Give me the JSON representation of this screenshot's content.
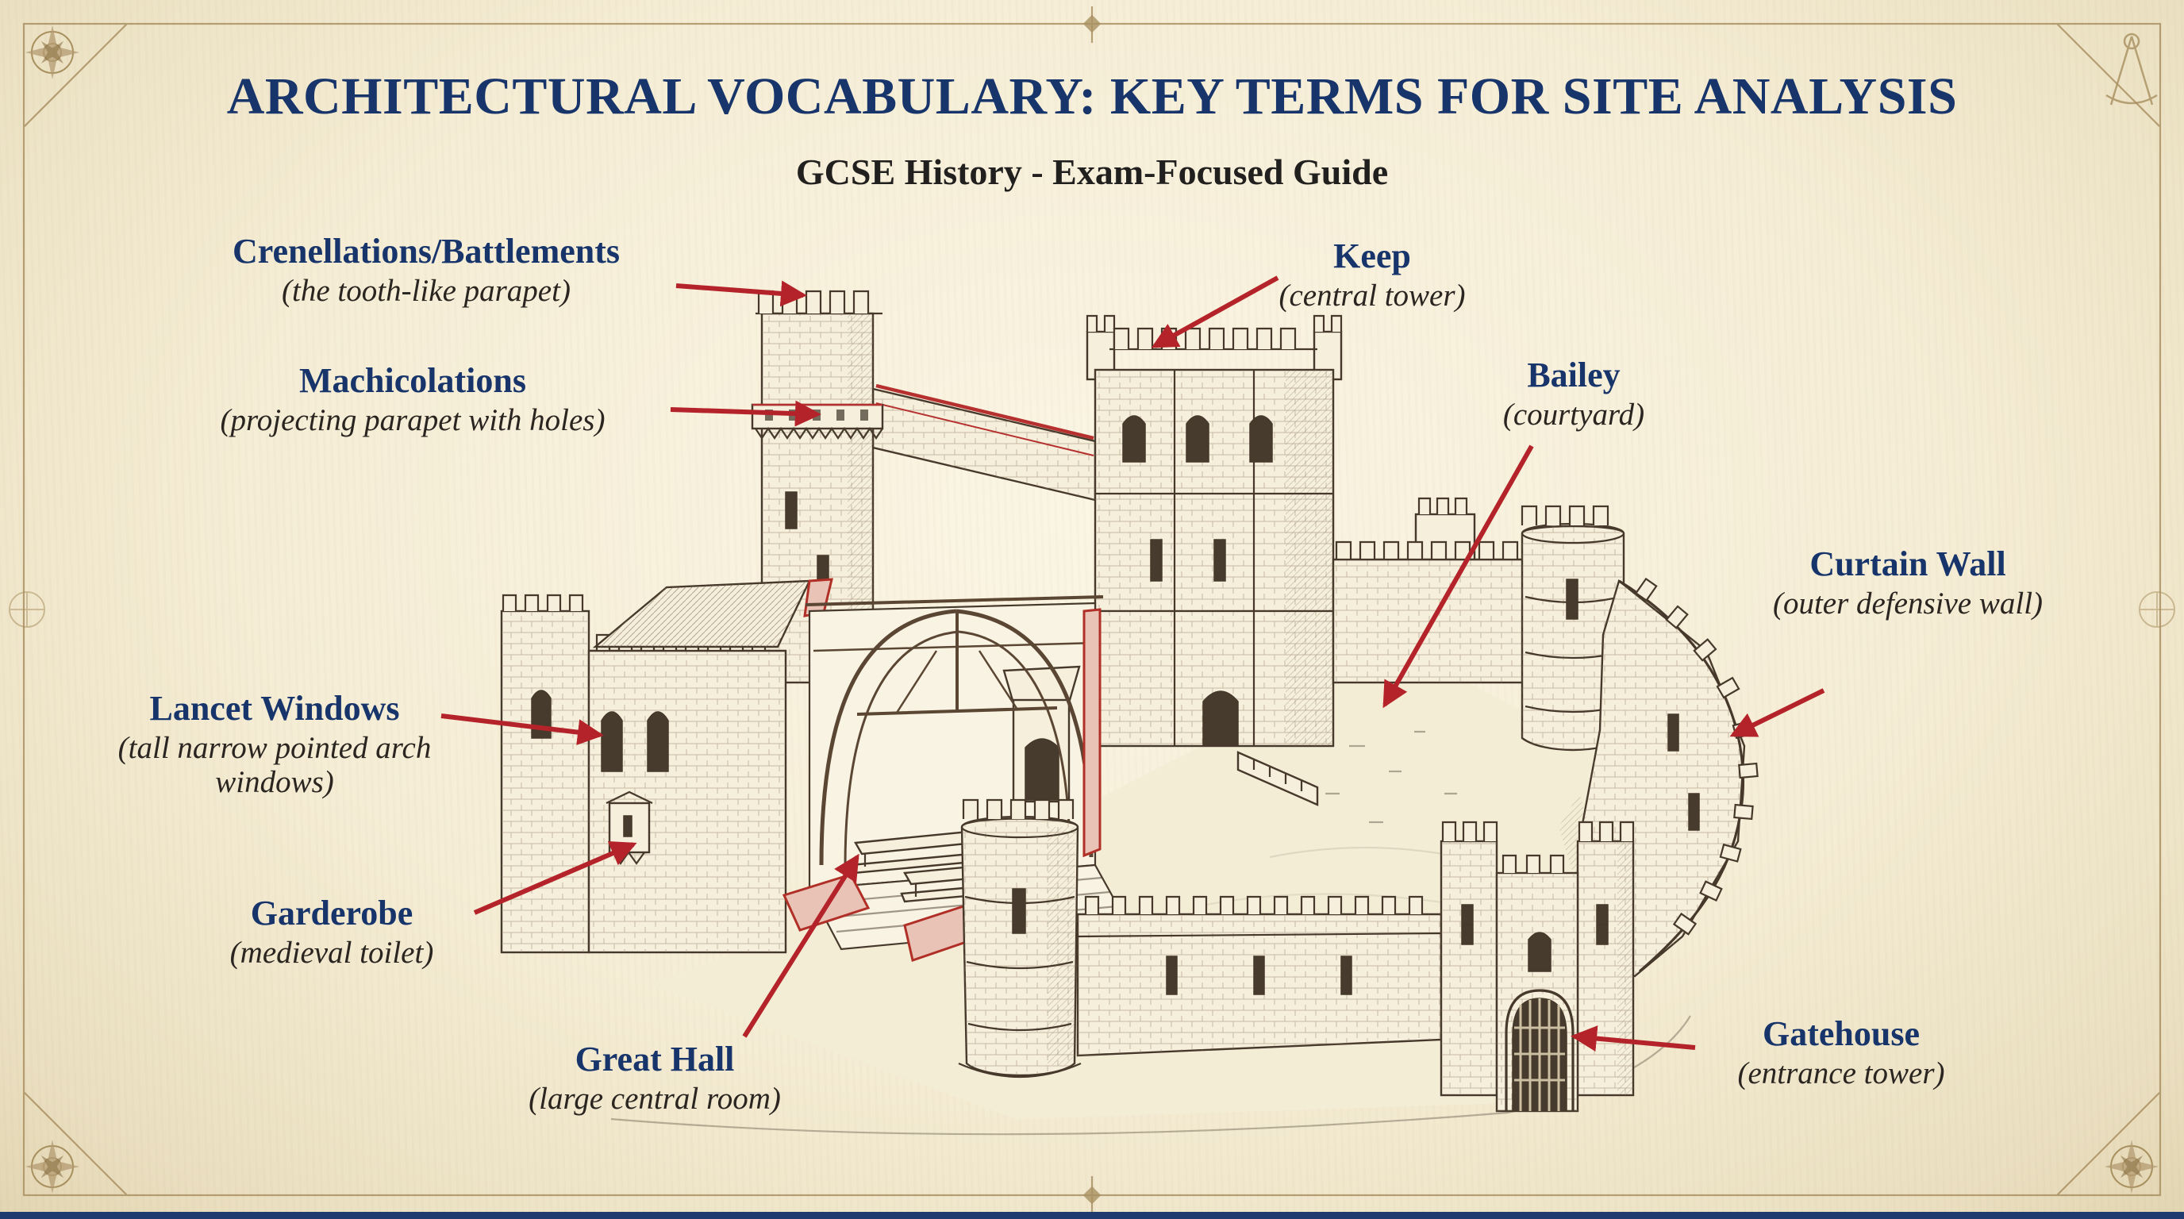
{
  "page": {
    "title": "ARCHITECTURAL VOCABULARY: KEY TERMS FOR SITE ANALYSIS",
    "subtitle": "GCSE History - Exam-Focused Guide"
  },
  "colors": {
    "accent_red": "#b5232a",
    "term_navy": "#17356b",
    "parchment": "#f5edd5",
    "ink": "#46392b",
    "bottom_bar_navy": "#1e3a6e"
  },
  "illustration": {
    "description": "cutaway pen-and-ink drawing of a medieval castle with keep, bailey, curtain wall, great hall and gatehouse"
  },
  "labels": {
    "crenellations": {
      "term": "Crenellations/Battlements",
      "desc": "(the tooth-like parapet)"
    },
    "machicolations": {
      "term": "Machicolations",
      "desc": "(projecting parapet with holes)"
    },
    "keep": {
      "term": "Keep",
      "desc": "(central tower)"
    },
    "bailey": {
      "term": "Bailey",
      "desc": "(courtyard)"
    },
    "curtain_wall": {
      "term": "Curtain Wall",
      "desc": "(outer defensive wall)"
    },
    "lancet_windows": {
      "term": "Lancet Windows",
      "desc": "(tall narrow pointed arch windows)"
    },
    "garderobe": {
      "term": "Garderobe",
      "desc": "(medieval toilet)"
    },
    "great_hall": {
      "term": "Great Hall",
      "desc": "(large central room)"
    },
    "gatehouse": {
      "term": "Gatehouse",
      "desc": "(entrance tower)"
    }
  }
}
